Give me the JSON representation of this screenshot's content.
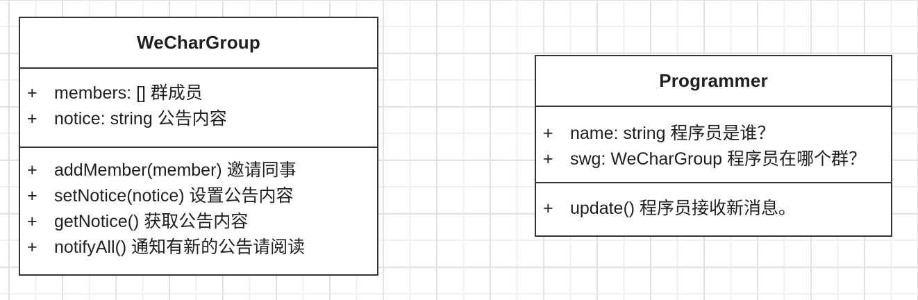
{
  "colors": {
    "border": "#333333",
    "text": "#1f1f1f",
    "grid_minor": "#f0f0f0",
    "grid_major": "#e2e2e2",
    "canvas_background": "#ffffff"
  },
  "diagram": {
    "type": "uml-class-diagram",
    "classes": [
      {
        "name": "WeCharGroup",
        "attributes": [
          {
            "visibility": "+",
            "text": "members: [] 群成员"
          },
          {
            "visibility": "+",
            "text": "notice: string 公告内容"
          }
        ],
        "methods": [
          {
            "visibility": "+",
            "text": "addMember(member) 邀请同事"
          },
          {
            "visibility": "+",
            "text": "setNotice(notice) 设置公告内容"
          },
          {
            "visibility": "+",
            "text": "getNotice() 获取公告内容"
          },
          {
            "visibility": "+",
            "text": "notifyAll() 通知有新的公告请阅读"
          }
        ]
      },
      {
        "name": "Programmer",
        "attributes": [
          {
            "visibility": "+",
            "text": "name: string 程序员是谁？"
          },
          {
            "visibility": "+",
            "text": "swg: WeCharGroup 程序员在哪个群？"
          }
        ],
        "methods": [
          {
            "visibility": "+",
            "text": "update() 程序员接收新消息。"
          }
        ]
      }
    ]
  }
}
